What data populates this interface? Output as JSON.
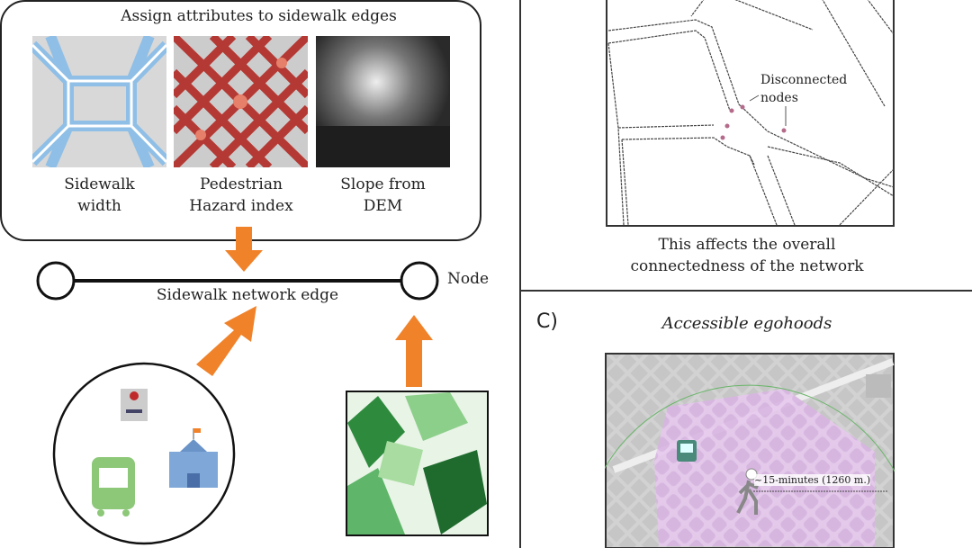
{
  "attributes": {
    "title": "Assign attributes to sidewalk edges",
    "items": [
      {
        "line1": "Sidewalk",
        "line2": "width"
      },
      {
        "line1": "Pedestrian",
        "line2": "Hazard index"
      },
      {
        "line1": "Slope from",
        "line2": "DEM"
      }
    ]
  },
  "edge": {
    "label": "Sidewalk network edge",
    "node_label": "Node"
  },
  "panel_b": {
    "annotation_line1": "Disconnected",
    "annotation_line2": "nodes",
    "caption_line1": "This affects the overall",
    "caption_line2": "connectedness of the network"
  },
  "panel_c": {
    "letter": "C)",
    "title": "Accessible egohoods",
    "distance_label": "~15-minutes (1260 m.)"
  },
  "colors": {
    "arrow": "#f0822a",
    "sidewalk": "#8fbfe6",
    "hazard": "#b0201a",
    "green": "#2e8b3e",
    "egohood": "#d9b6e6"
  }
}
